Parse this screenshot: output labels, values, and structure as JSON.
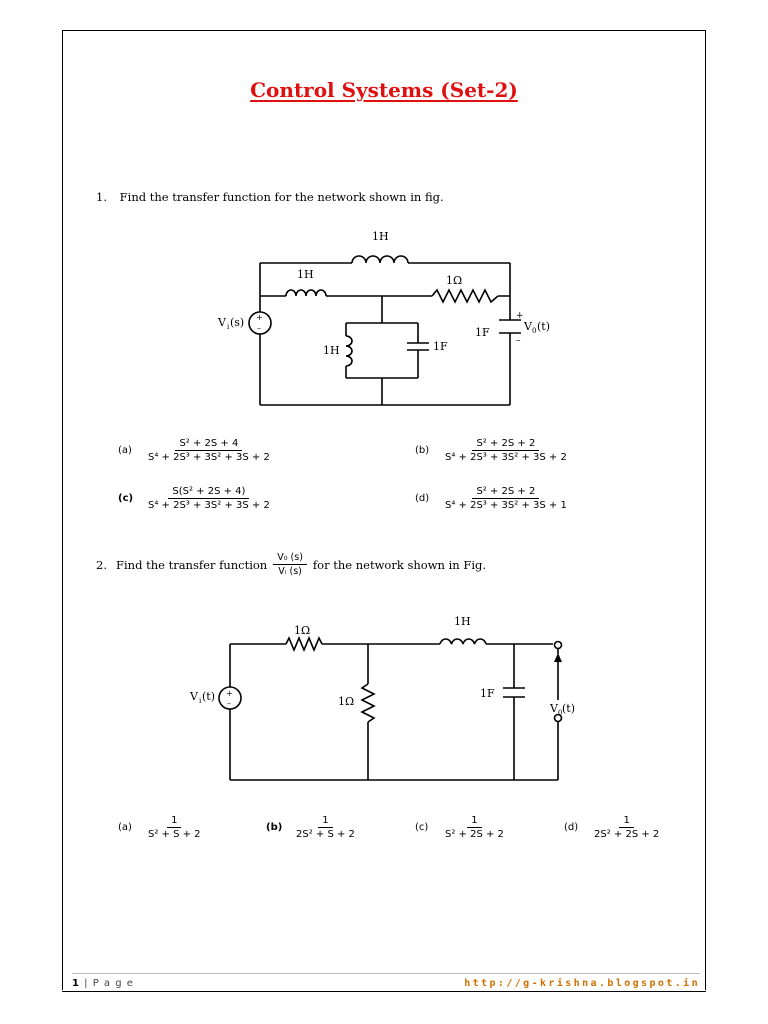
{
  "title": "Control Systems (Set-2)",
  "q1": {
    "number": "1.",
    "text": "Find the transfer function for the network shown in fig.",
    "circuit": {
      "l_top": "1H",
      "l_mid": "1H",
      "r_mid": "1Ω",
      "source": "V",
      "source_sub": "i",
      "source_arg": "(s)",
      "l_shunt": "1H",
      "c_shunt": "1F",
      "c_out": "1F",
      "out": "V",
      "out_sub": "0",
      "out_arg": "(t)",
      "plus": "+",
      "minus": "–"
    },
    "options": [
      {
        "label": "(a)",
        "num": "S² + 2S + 4",
        "den": "S⁴ + 2S³ + 3S² + 3S + 2"
      },
      {
        "label": "(b)",
        "num": "S² + 2S + 2",
        "den": "S⁴ + 2S³ + 3S² + 3S + 2"
      },
      {
        "label": "(c)",
        "num": "S(S² + 2S + 4)",
        "den": "S⁴ + 2S³ + 3S² + 3S + 2"
      },
      {
        "label": "(d)",
        "num": "S² + 2S + 2",
        "den": "S⁴ + 2S³ + 3S² + 3S + 1"
      }
    ]
  },
  "q2": {
    "number": "2.",
    "text_before": "Find the transfer function",
    "frac_num": "V₀ (s)",
    "frac_den": "Vᵢ (s)",
    "text_after": "for the network shown in Fig.",
    "circuit": {
      "r_series": "1Ω",
      "l_series": "1H",
      "source": "V",
      "source_sub": "i",
      "source_arg": "(t)",
      "r_shunt": "1Ω",
      "c_shunt": "1F",
      "out": "V",
      "out_sub": "0",
      "out_arg": "(t)"
    },
    "options": [
      {
        "label": "(a)",
        "num": "1",
        "den": "S² + S + 2"
      },
      {
        "label": "(b)",
        "num": "1",
        "den": "2S² + S + 2"
      },
      {
        "label": "(c)",
        "num": "1",
        "den": "S² + 2S + 2"
      },
      {
        "label": "(d)",
        "num": "1",
        "den": "2S² + 2S + 2"
      }
    ]
  },
  "footer": {
    "page_num": "1",
    "page_word": " | P a g e",
    "url": "http://g-krishna.blogspot.in"
  }
}
